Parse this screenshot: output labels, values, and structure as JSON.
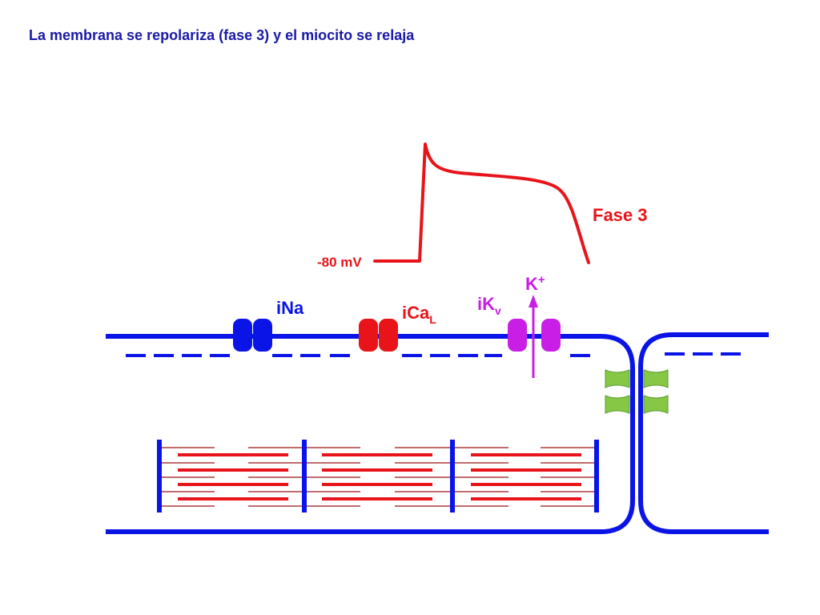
{
  "title": "La membrana se repolariza (fase 3) y el miocito se relaja",
  "labels": {
    "phase": "Fase 3",
    "resting_potential": "-80 mV",
    "ion": "K",
    "ion_charge": "+",
    "na_channel": "iNa",
    "ca_channel_base": "iCa",
    "ca_channel_sub": "L",
    "k_channel_base": "iK",
    "k_channel_sub": "v"
  },
  "colors": {
    "membrane": "#0a14e6",
    "action_potential": "#e8141a",
    "na_channel": "#0a14e6",
    "ca_channel": "#e8141a",
    "k_channel": "#c81ee6",
    "gap_junction": "#86c846",
    "myofilament_thick": "#e8141a",
    "myofilament_thin": "#9a1410",
    "title": "#1a1aa6"
  }
}
